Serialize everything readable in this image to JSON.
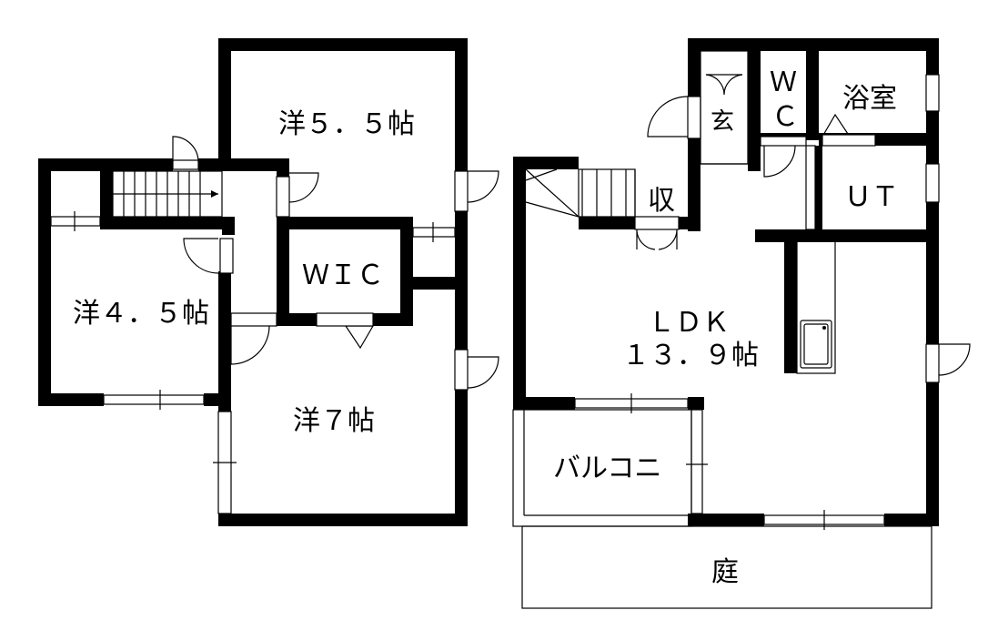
{
  "floor_plan": {
    "rooms": [
      {
        "id": "western-5-5",
        "label": "洋５．５帖"
      },
      {
        "id": "western-4-5",
        "label": "洋４．５帖"
      },
      {
        "id": "western-7",
        "label": "洋７帖"
      },
      {
        "id": "wic",
        "label": "ＷＩＣ"
      },
      {
        "id": "entrance",
        "label": "玄"
      },
      {
        "id": "wc-w",
        "label": "Ｗ"
      },
      {
        "id": "wc-c",
        "label": "Ｃ"
      },
      {
        "id": "bathroom",
        "label": "浴室"
      },
      {
        "id": "storage",
        "label": "収"
      },
      {
        "id": "ut",
        "label": "ＵＴ"
      },
      {
        "id": "ldk-name",
        "label": "ＬＤＫ"
      },
      {
        "id": "ldk-size",
        "label": "１３．９帖"
      },
      {
        "id": "balcony",
        "label": "バルコニ"
      },
      {
        "id": "garden",
        "label": "庭"
      }
    ]
  }
}
